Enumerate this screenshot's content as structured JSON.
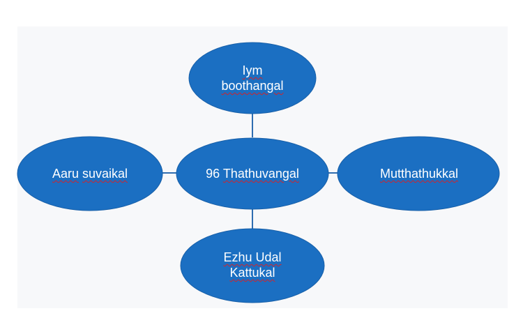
{
  "diagram": {
    "center": {
      "number": "96",
      "word": "Thathuvangal"
    },
    "top": {
      "line1": "Iym",
      "line2": "boothangal"
    },
    "left": {
      "line1": "Aaru",
      "line2": "suvaikal"
    },
    "right": {
      "line1": "Mutthathukkal"
    },
    "bottom": {
      "line1": "Ezhu Udal",
      "line2": "Kattukal"
    }
  },
  "colors": {
    "node_fill": "#1b6fc2",
    "node_stroke": "#175fa8",
    "connector": "#2f6db0",
    "text": "#ffffff"
  }
}
